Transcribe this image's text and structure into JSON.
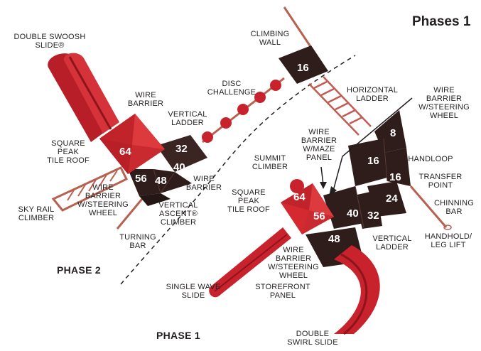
{
  "title": "Phases 1",
  "phase_labels": {
    "phase2": "PHASE 2",
    "phase1": "PHASE 1"
  },
  "deck_numbers": {
    "cw16": "16",
    "p2_64": "64",
    "p2_32": "32",
    "p2_40": "40",
    "p2_56": "56",
    "p2_48": "48",
    "p1_8": "8",
    "p1_16a": "16",
    "p1_16b": "16",
    "p1_24": "24",
    "p1_64": "64",
    "p1_56": "56",
    "p1_40": "40",
    "p1_32": "32",
    "p1_48": "48"
  },
  "labels": {
    "double_swoosh_slide": "DOUBLE SWOOSH\nSLIDE®",
    "climbing_wall": "CLIMBING\nWALL",
    "wire_barrier_p2": "WIRE\nBARRIER",
    "disc_challenge": "DISC\nCHALLENGE",
    "vertical_ladder_p2": "VERTICAL\nLADDER",
    "square_peak_tile_roof_p2": "SQUARE\nPEAK\nTILE ROOF",
    "wire_barrier_steering_p2": "WIRE\nBARRIER\nW/STEERING\nWHEEL",
    "sky_rail_climber": "SKY RAIL\nCLIMBER",
    "wire_barrier_right_p2": "WIRE\nBARRIER",
    "vertical_ascent_climber": "VERTICAL\nASCENT®\nCLIMBER",
    "turning_bar": "TURNING\nBAR",
    "horizontal_ladder": "HORIZONTAL\nLADDER",
    "wire_barrier_steering_top": "WIRE\nBARRIER\nW/STEERING\nWHEEL",
    "wire_barrier_maze": "WIRE\nBARRIER\nW/MAZE\nPANEL",
    "summit_climber": "SUMMIT\nCLIMBER",
    "handloop": "HANDLOOP",
    "transfer_point": "TRANSFER\nPOINT",
    "chinning_bar": "CHINNING\nBAR",
    "square_peak_tile_roof_p1": "SQUARE\nPEAK\nTILE ROOF",
    "handhold_leg_lift": "HANDHOLD/\nLEG LIFT",
    "vertical_ladder_p1": "VERTICAL\nLADDER",
    "wire_barrier_steering_p1": "WIRE\nBARRIER\nW/STEERING\nWHEEL",
    "single_wave_slide": "SINGLE WAVE\nSLIDE",
    "storefront_panel": "STOREFRONT\nPANEL",
    "double_swirl_slide": "DOUBLE\nSWIRL SLIDE"
  },
  "colors": {
    "slide_red": "#c8232c",
    "deck_dark": "#2e1d1b",
    "roof_red": "#d42a2f",
    "wood": "#b8614f"
  }
}
